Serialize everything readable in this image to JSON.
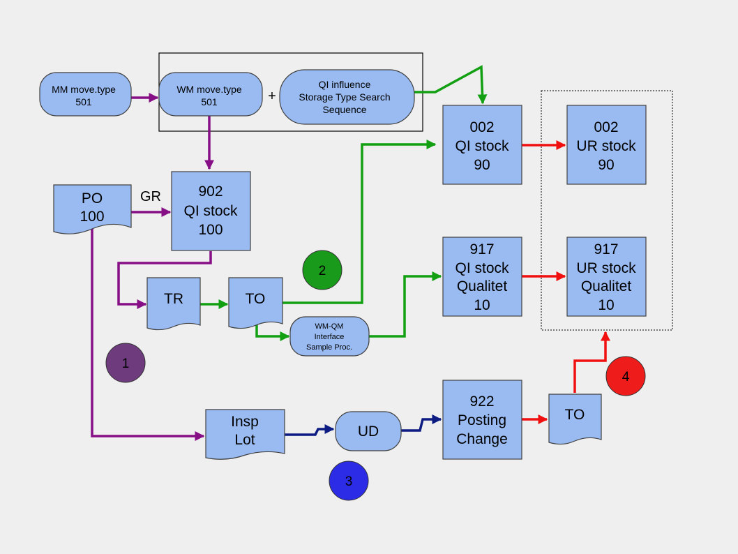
{
  "colors": {
    "box_fill": "#99bbf2",
    "box_stroke": "#404040",
    "flow_1": "#860f86",
    "flow_2": "#12a012",
    "flow_3": "#0c1c82",
    "flow_4": "#f01010",
    "circle_1": "#6e3b7d",
    "circle_2": "#1a9a1a",
    "circle_3": "#2c2ce6",
    "circle_4": "#ef1c1c"
  },
  "nodes": {
    "mm_move": {
      "line1": "MM move.type",
      "line2": "501"
    },
    "wm_move": {
      "line1": "WM move.type",
      "line2": "501"
    },
    "plus": "+",
    "qi_influence": {
      "line1": "QI influence",
      "line2": "Storage Type Search",
      "line3": "Sequence"
    },
    "po": {
      "line1": "PO",
      "line2": "100"
    },
    "gr_label": "GR",
    "qi_902": {
      "line1": "902",
      "line2": "QI stock",
      "line3": "100"
    },
    "tr": "TR",
    "to_wm": "TO",
    "wm_qm": {
      "line1": "WM-QM",
      "line2": "Interface",
      "line3": "Sample Proc."
    },
    "qi_002": {
      "line1": "002",
      "line2": "QI stock",
      "line3": "90"
    },
    "ur_002": {
      "line1": "002",
      "line2": "UR stock",
      "line3": "90"
    },
    "qi_917": {
      "line1": "917",
      "line2": "QI stock",
      "line3": "Qualitet",
      "line4": "10"
    },
    "ur_917": {
      "line1": "917",
      "line2": "UR stock",
      "line3": "Qualitet",
      "line4": "10"
    },
    "insp_lot": {
      "line1": "Insp",
      "line2": "Lot"
    },
    "ud": "UD",
    "pc_922": {
      "line1": "922",
      "line2": "Posting",
      "line3": "Change"
    },
    "to_pc": "TO"
  },
  "steps": {
    "step1": "1",
    "step2": "2",
    "step3": "3",
    "step4": "4"
  }
}
